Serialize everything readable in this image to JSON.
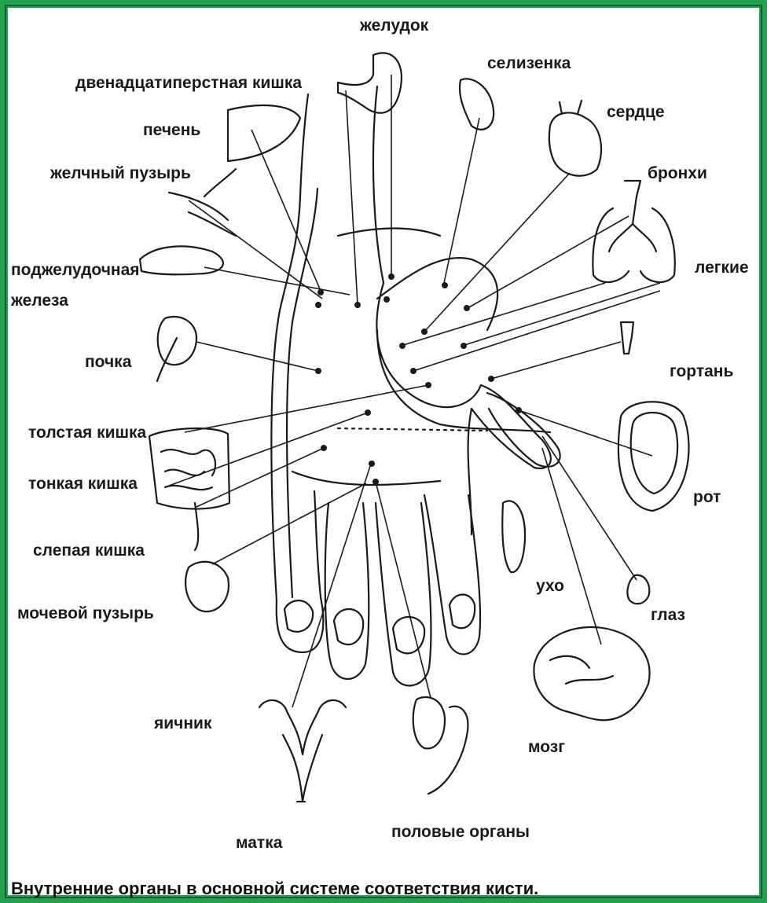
{
  "labels": {
    "stomach": "желудок",
    "duodenum": "двенадцатиперстная кишка",
    "spleen": "селизенка",
    "liver": "печень",
    "heart": "сердце",
    "gallbladder": "желчный пузырь",
    "bronchi": "бронхи",
    "pancreas_1": "поджелудочная",
    "pancreas_2": "железа",
    "lungs": "легкие",
    "kidney": "почка",
    "larynx": "гортань",
    "large_intestine": "толстая кишка",
    "small_intestine": "тонкая кишка",
    "mouth": "рот",
    "cecum": "слепая кишка",
    "ear": "ухо",
    "bladder": "мочевой пузырь",
    "eye": "глаз",
    "ovary": "яичник",
    "brain": "мозг",
    "uterus": "матка",
    "genitals": "половые органы"
  },
  "caption": "Внутренние органы в основной системе соответствия кисти.",
  "colors": {
    "frame": "#22a24e",
    "ink": "#1a1a1a",
    "background": "#ffffff"
  }
}
